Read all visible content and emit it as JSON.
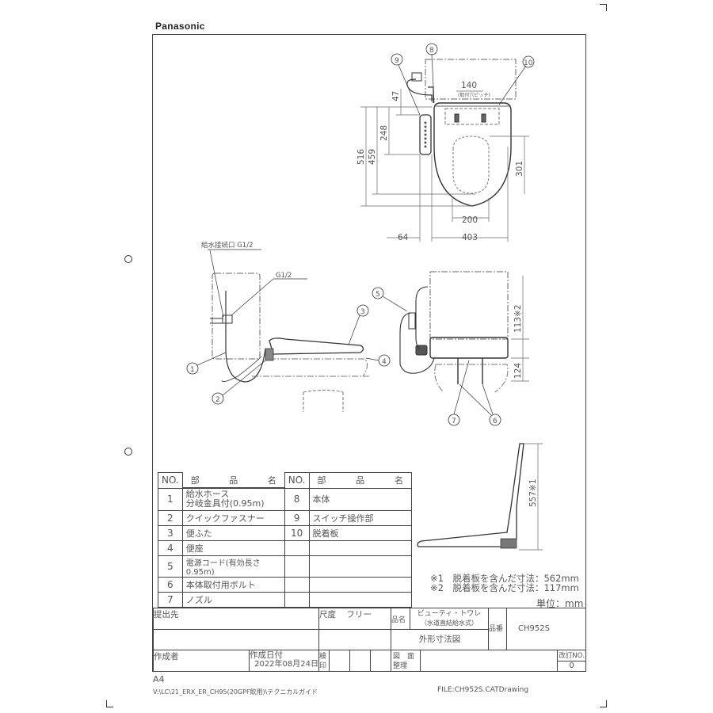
{
  "brand": "Panasonic",
  "drawing": {
    "top_view": {
      "callouts": [
        "9",
        "8",
        "10"
      ],
      "dims": {
        "d47": "47",
        "d248": "248",
        "d459": "459",
        "d516": "516",
        "d140": "140",
        "d140_note": "(取付穴ピッチ)",
        "d301": "301",
        "d200": "200",
        "d64": "64",
        "d403": "403"
      }
    },
    "side_view": {
      "label_supply": "給水接続口 G1/2",
      "label_g12": "G1/2",
      "callouts": [
        "1",
        "2",
        "3",
        "4"
      ]
    },
    "front_view": {
      "callouts": [
        "5",
        "7",
        "6"
      ],
      "dims": {
        "d113": "113※2",
        "d124": "124"
      }
    },
    "lid_view": {
      "dims": {
        "d557": "557※1"
      }
    }
  },
  "parts_table": {
    "headers": {
      "no": "NO.",
      "name_a": "部",
      "name_b": "品",
      "name_c": "名"
    },
    "left": [
      {
        "no": "1",
        "name": "給水ホース",
        "name2": "分岐金具付(0.95m)"
      },
      {
        "no": "2",
        "name": "クイックファスナー"
      },
      {
        "no": "3",
        "name": "便ふた"
      },
      {
        "no": "4",
        "name": "便座"
      },
      {
        "no": "5",
        "name": "電源コード(有効長さ0.95m)"
      },
      {
        "no": "6",
        "name": "本体取付用ボルト"
      },
      {
        "no": "7",
        "name": "ノズル"
      }
    ],
    "right": [
      {
        "no": "8",
        "name": "本体"
      },
      {
        "no": "9",
        "name": "スイッチ操作部"
      },
      {
        "no": "10",
        "name": "脱着板"
      },
      {
        "no": "",
        "name": ""
      },
      {
        "no": "",
        "name": ""
      },
      {
        "no": "",
        "name": ""
      },
      {
        "no": "",
        "name": ""
      }
    ]
  },
  "notes": {
    "n1": "※1　脱着板を含んだ寸法：562mm",
    "n2": "※2　脱着板を含んだ寸法：117mm",
    "unit": "単位：mm"
  },
  "title_block": {
    "submit_to_label": "提出先",
    "scale_label": "尺度",
    "scale_value": "フリー",
    "product_name_label": "品名",
    "product_name_1": "ビューティ・トワレ",
    "product_name_2": "（水道直結給水式）",
    "drawing_type": "外形寸法図",
    "part_no_label": "品番",
    "part_no": "CH952S",
    "author_label": "作成者",
    "date_label": "作成日付",
    "date_value": "2022年08月24日",
    "inspect_label_1": "検",
    "inspect_label_2": "印",
    "drawing_no_label_1": "図　面",
    "drawing_no_label_2": "整理NO.",
    "revision_label": "改訂NO.",
    "revision_value": "0"
  },
  "footer": {
    "paper_size": "A4",
    "path": "V:\\LC\\21_ERX_ER_CH95(20GPF飲用)\\テクニカルガイド",
    "file": "FILE:CH952S.CATDrawing"
  }
}
